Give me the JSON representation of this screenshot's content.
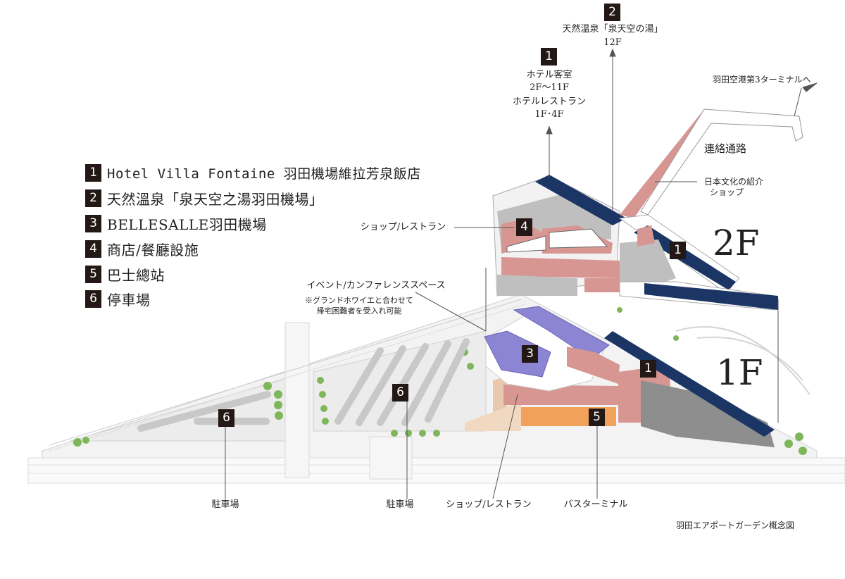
{
  "legend": [
    {
      "num": "1",
      "label": "Hotel Villa Fontaine 羽田機場維拉芳泉飯店"
    },
    {
      "num": "2",
      "label": "天然溫泉「泉天空之湯羽田機場」"
    },
    {
      "num": "3",
      "label": "BELLESALLE羽田機場"
    },
    {
      "num": "4",
      "label": "商店/餐廳設施"
    },
    {
      "num": "5",
      "label": "巴士總站"
    },
    {
      "num": "6",
      "label": "停車場"
    }
  ],
  "callouts": {
    "onsen_num": "2",
    "onsen_name": "天然温泉「泉天空の湯」",
    "onsen_floor": "12F",
    "hotel_num": "1",
    "hotel_rooms": "ホテル客室",
    "hotel_rooms_floor": "2F～11F",
    "hotel_restaurant": "ホテルレストラン",
    "hotel_restaurant_floor": "1F･4F",
    "terminal3": "羽田空港第3ターミナルへ",
    "connecting_passage": "連絡通路",
    "japan_culture_1": "日本文化の紹介",
    "japan_culture_2": "ショップ",
    "shop_restaurant_2f": "ショップ/レストラン",
    "event_space": "イベント/カンファレンススペース",
    "event_note_1": "※グランドホワイエと合わせて",
    "event_note_2": "帰宅困難者を受入れ可能",
    "parking_left": "駐車場",
    "parking_center": "駐車場",
    "shop_restaurant_1f": "ショップ/レストラン",
    "bus_terminal": "バスターミナル",
    "caption": "羽田エアポートガーデン概念図"
  },
  "floors": {
    "upper": "2F",
    "lower": "1F"
  },
  "markers": {
    "m4": "4",
    "m1_upper": "1",
    "m3": "3",
    "m1_lower": "1",
    "m6_left": "6",
    "m6_center": "6",
    "m5": "5"
  },
  "colors": {
    "hotel": "#1b3565",
    "shop": "#d89693",
    "event": "#8c85d4",
    "bus": "#f2a15b",
    "grey": "#bfbfbf",
    "road": "#f0f0f0",
    "green": "#7fb65a",
    "number_box": "#231815"
  }
}
